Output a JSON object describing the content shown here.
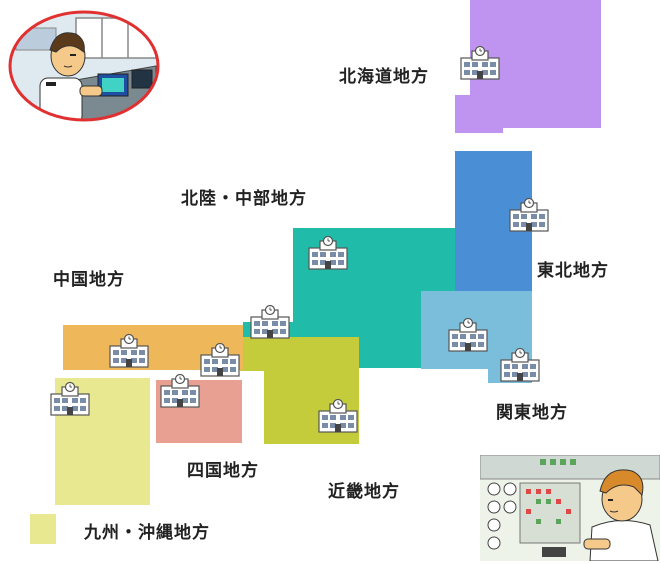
{
  "regions": {
    "hokkaido": {
      "label": "北海道地方",
      "color": "#bf94f0"
    },
    "tohoku": {
      "label": "東北地方",
      "color": "#4a8fd6"
    },
    "kanto": {
      "label": "関東地方",
      "color": "#7bbedb"
    },
    "chubu": {
      "label": "北陸・中部地方",
      "color": "#20bca9"
    },
    "kinki": {
      "label": "近畿地方",
      "color": "#c4cc3c"
    },
    "chugoku": {
      "label": "中国地方",
      "color": "#eeb85a"
    },
    "shikoku": {
      "label": "四国地方",
      "color": "#e8a092"
    },
    "kyushu": {
      "label": "九州・沖縄地方",
      "color": "#e8e890"
    }
  },
  "icons": {
    "building": "weather-station-building-icon",
    "operator_top_left": "ship-operator-illustration",
    "operator_bottom_right": "control-room-operator-illustration"
  }
}
